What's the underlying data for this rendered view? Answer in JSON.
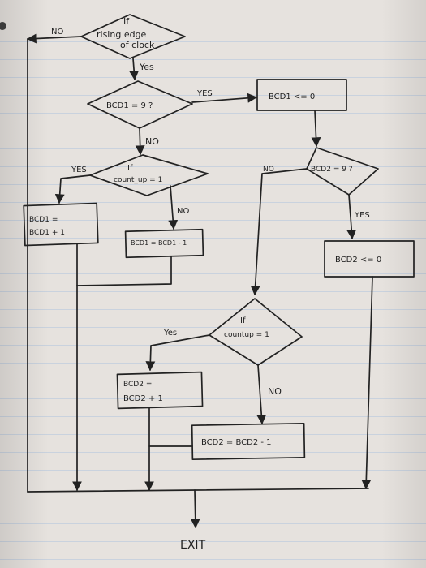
{
  "flowchart": {
    "start_decision": {
      "line1": "If",
      "line2": "rising edge",
      "line3": "of clock",
      "no_label": "NO",
      "yes_label": "Yes"
    },
    "bcd1_check": {
      "text": "BCD1 = 9 ?",
      "yes_label": "YES",
      "no_label": "NO"
    },
    "bcd1_reset": {
      "text": "BCD1 <= 0"
    },
    "countup1_check": {
      "line1": "If",
      "line2": "count_up = 1",
      "yes_label": "YES",
      "no_label": "NO"
    },
    "bcd1_increment": {
      "line1": "BCD1 =",
      "line2": "BCD1 + 1"
    },
    "bcd1_decrement": {
      "text": "BCD1 = BCD1 - 1"
    },
    "bcd2_check": {
      "text": "BCD2 = 9 ?",
      "no_label": "NO",
      "yes_label": "YES"
    },
    "bcd2_reset": {
      "text": "BCD2 <= 0"
    },
    "countup2_check": {
      "line1": "If",
      "line2": "countup = 1",
      "yes_label": "Yes",
      "no_label": "NO"
    },
    "bcd2_increment": {
      "line1": "BCD2 =",
      "line2": "BCD2 + 1"
    },
    "bcd2_decrement": {
      "text": "BCD2 = BCD2 - 1"
    },
    "exit": {
      "text": "EXIT"
    }
  }
}
